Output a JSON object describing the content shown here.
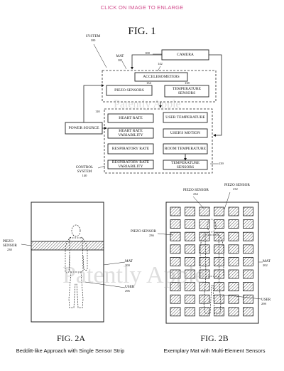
{
  "header": {
    "enlarge_link": "CLICK ON IMAGE TO ENLARGE"
  },
  "fig1": {
    "title": "FIG. 1",
    "system_label": "SYSTEM",
    "system_num": "100",
    "mat_label": "MAT",
    "mat_num": "102",
    "camera": "CAMERA",
    "camera_num": "108",
    "num_142": "142",
    "accelerometers": "ACCELEROMETERS",
    "num_134": "134",
    "num_138": "138",
    "piezo_sensors": "PIEZO SENSORS",
    "temperature_sensors": "TEMPERATURE SENSORS",
    "num_110": "110",
    "power_source": "POWER SOURCE",
    "heart_rate": "HEART RATE",
    "user_temperature": "USER TEMPERATURE",
    "hrv": "HEART RATE VARIABILITY",
    "users_motion": "USER'S MOTION",
    "respiratory_rate": "RESPIRATORY RATE",
    "room_temperature": "ROOM TEMPERATURE",
    "rrv": "RESPIRATORY RATE VARIABILITY",
    "temperature_sensors_2": "TEMPERATURE SENSORS",
    "num_139": "139",
    "control_system": "CONTROL SYSTEM",
    "control_num": "140"
  },
  "fig2a": {
    "piezo_sensor": "PIEZO SENSOR",
    "piezo_num": "230",
    "mat": "MAT",
    "mat_num": "200",
    "user": "USER",
    "user_num": "296",
    "caption": "FIG. 2A",
    "subtitle": "Bedditt-like Approach with Single Sensor Strip"
  },
  "fig2b": {
    "piezo_sensor_top1": "PIEZO SENSOR",
    "piezo_num_234": "234",
    "piezo_sensor_top2": "PIEZO SENSOR",
    "piezo_num_232": "232",
    "piezo_sensor_left": "PIEZO SENSOR",
    "piezo_num_236": "236",
    "mat": "MAT",
    "mat_num": "202",
    "user": "USER",
    "user_num": "298",
    "caption": "FIG. 2B",
    "subtitle": "Exemplary Mat with Multi-Element Sensors"
  },
  "watermark": {
    "text": "Patently Apple"
  }
}
